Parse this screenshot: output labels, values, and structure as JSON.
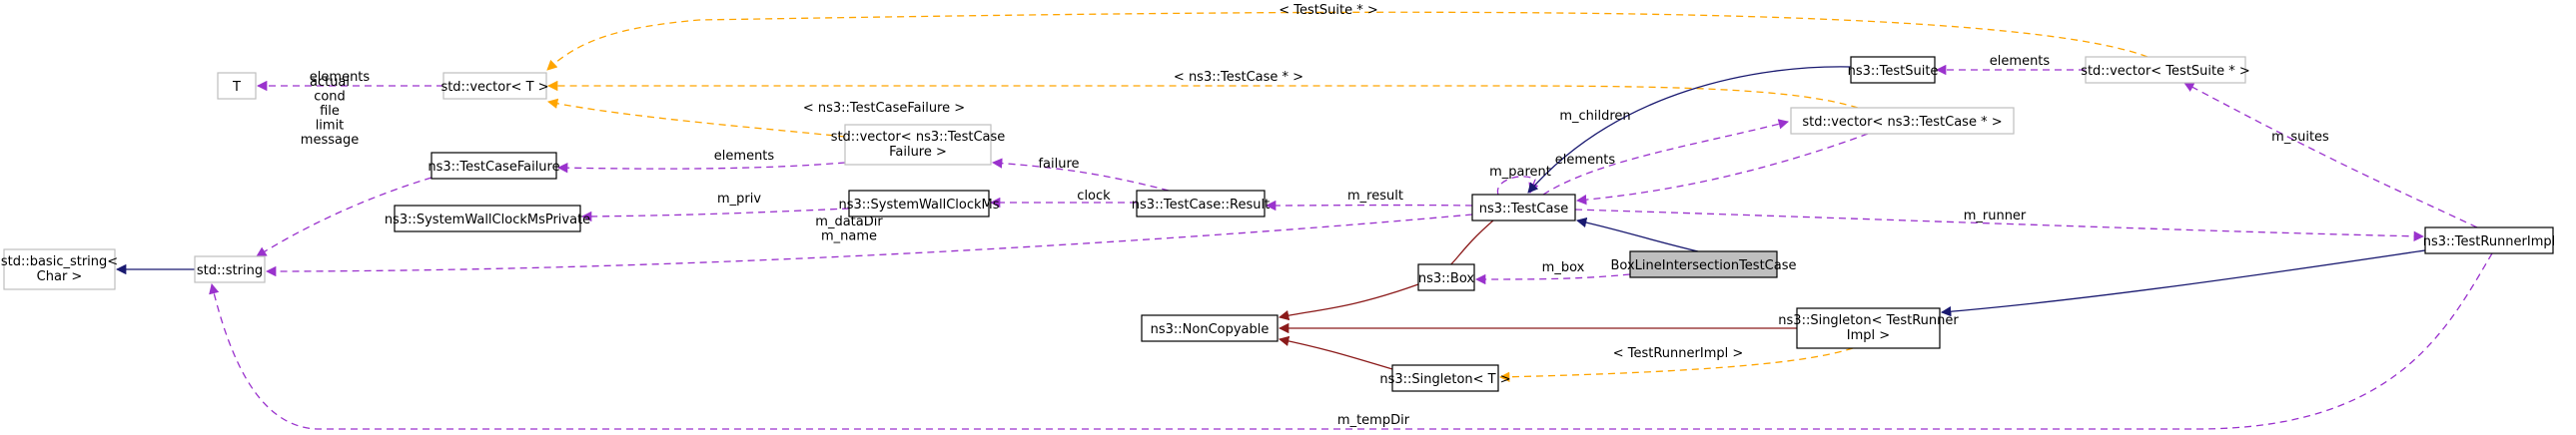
{
  "diagram": {
    "title": "Collaboration diagram for BoxLineIntersectionTestCase",
    "colors": {
      "inheritance": "#191970",
      "private_inheritance": "#8b1a1a",
      "usage": "#9a32cd",
      "template": "#ffa500",
      "focus_fill": "#bfbfbf",
      "external_border": "#bfbfbf",
      "node_border": "#000000"
    },
    "nodes": [
      {
        "id": "T",
        "lines": [
          "T"
        ],
        "style": "external"
      },
      {
        "id": "vectorT",
        "lines": [
          "std::vector< T >"
        ],
        "style": "external"
      },
      {
        "id": "testCaseFailure",
        "lines": [
          "ns3::TestCaseFailure"
        ],
        "style": "normal"
      },
      {
        "id": "vectorFailure",
        "lines": [
          "std::vector< ns3::TestCase",
          "Failure >"
        ],
        "style": "external"
      },
      {
        "id": "sysWallPriv",
        "lines": [
          "ns3::SystemWallClockMsPrivate"
        ],
        "style": "normal"
      },
      {
        "id": "sysWall",
        "lines": [
          "ns3::SystemWallClockMs"
        ],
        "style": "normal"
      },
      {
        "id": "result",
        "lines": [
          "ns3::TestCase::Result"
        ],
        "style": "normal"
      },
      {
        "id": "basicString",
        "lines": [
          "std::basic_string<",
          "Char >"
        ],
        "style": "external"
      },
      {
        "id": "string",
        "lines": [
          "std::string"
        ],
        "style": "external"
      },
      {
        "id": "testSuite",
        "lines": [
          "ns3::TestSuite"
        ],
        "style": "normal"
      },
      {
        "id": "vectorTestSuite",
        "lines": [
          "std::vector< TestSuite * >"
        ],
        "style": "external"
      },
      {
        "id": "vectorTestCase",
        "lines": [
          "std::vector< ns3::TestCase * >"
        ],
        "style": "external"
      },
      {
        "id": "testCase",
        "lines": [
          "ns3::TestCase"
        ],
        "style": "normal"
      },
      {
        "id": "box",
        "lines": [
          "ns3::Box"
        ],
        "style": "normal"
      },
      {
        "id": "focus",
        "lines": [
          "BoxLineIntersectionTestCase"
        ],
        "style": "focus"
      },
      {
        "id": "nonCopyable",
        "lines": [
          "ns3::NonCopyable"
        ],
        "style": "normal"
      },
      {
        "id": "singletonRunner",
        "lines": [
          "ns3::Singleton< TestRunner",
          "Impl >"
        ],
        "style": "normal"
      },
      {
        "id": "singletonT",
        "lines": [
          "ns3::Singleton< T >"
        ],
        "style": "normal"
      },
      {
        "id": "testRunnerImpl",
        "lines": [
          "ns3::TestRunnerImpl"
        ],
        "style": "normal"
      }
    ],
    "edges": [
      {
        "from": "vectorT",
        "to": "T",
        "kind": "usage",
        "label": [
          "elements"
        ]
      },
      {
        "from": "vectorTestSuite",
        "to": "vectorT",
        "kind": "template",
        "label": [
          "< TestSuite * >"
        ]
      },
      {
        "from": "vectorTestCase",
        "to": "vectorT",
        "kind": "template",
        "label": [
          "< ns3::TestCase * >"
        ]
      },
      {
        "from": "vectorFailure",
        "to": "vectorT",
        "kind": "template",
        "label": [
          "< ns3::TestCaseFailure >"
        ]
      },
      {
        "from": "testCaseFailure",
        "to": "string",
        "kind": "usage",
        "label": [
          "actual",
          "cond",
          "file",
          "limit",
          "message"
        ]
      },
      {
        "from": "vectorFailure",
        "to": "testCaseFailure",
        "kind": "usage",
        "label": [
          "elements"
        ]
      },
      {
        "from": "sysWall",
        "to": "sysWallPriv",
        "kind": "usage",
        "label": [
          "m_priv"
        ]
      },
      {
        "from": "result",
        "to": "sysWall",
        "kind": "usage",
        "label": [
          "clock"
        ]
      },
      {
        "from": "result",
        "to": "vectorFailure",
        "kind": "usage",
        "label": [
          "failure"
        ]
      },
      {
        "from": "string",
        "to": "basicString",
        "kind": "inheritance",
        "label": []
      },
      {
        "from": "testCase",
        "to": "string",
        "kind": "usage",
        "label": [
          "m_dataDir",
          "m_name"
        ]
      },
      {
        "from": "testCase",
        "to": "result",
        "kind": "usage",
        "label": [
          "m_result"
        ]
      },
      {
        "from": "testCase",
        "to": "testCase",
        "kind": "usage",
        "label": [
          "m_parent"
        ]
      },
      {
        "from": "testCase",
        "to": "vectorTestCase",
        "kind": "usage",
        "label": [
          "m_children"
        ]
      },
      {
        "from": "vectorTestCase",
        "to": "testCase",
        "kind": "usage",
        "label": [
          "elements"
        ]
      },
      {
        "from": "testSuite",
        "to": "testCase",
        "kind": "inheritance",
        "label": []
      },
      {
        "from": "vectorTestSuite",
        "to": "testSuite",
        "kind": "usage",
        "label": [
          "elements"
        ]
      },
      {
        "from": "testCase",
        "to": "testRunnerImpl",
        "kind": "usage",
        "label": [
          "m_runner"
        ]
      },
      {
        "from": "focus",
        "to": "testCase",
        "kind": "inheritance",
        "label": []
      },
      {
        "from": "focus",
        "to": "box",
        "kind": "usage",
        "label": [
          "m_box"
        ]
      },
      {
        "from": "testCase",
        "to": "nonCopyable",
        "kind": "private_inheritance",
        "label": []
      },
      {
        "from": "singletonRunner",
        "to": "nonCopyable",
        "kind": "private_inheritance",
        "label": []
      },
      {
        "from": "singletonT",
        "to": "nonCopyable",
        "kind": "private_inheritance",
        "label": []
      },
      {
        "from": "singletonRunner",
        "to": "singletonT",
        "kind": "template",
        "label": [
          "< TestRunnerImpl >"
        ]
      },
      {
        "from": "testRunnerImpl",
        "to": "singletonRunner",
        "kind": "inheritance",
        "label": []
      },
      {
        "from": "testRunnerImpl",
        "to": "vectorTestSuite",
        "kind": "usage",
        "label": [
          "m_suites"
        ]
      },
      {
        "from": "testRunnerImpl",
        "to": "string",
        "kind": "usage",
        "label": [
          "m_tempDir"
        ]
      }
    ]
  }
}
